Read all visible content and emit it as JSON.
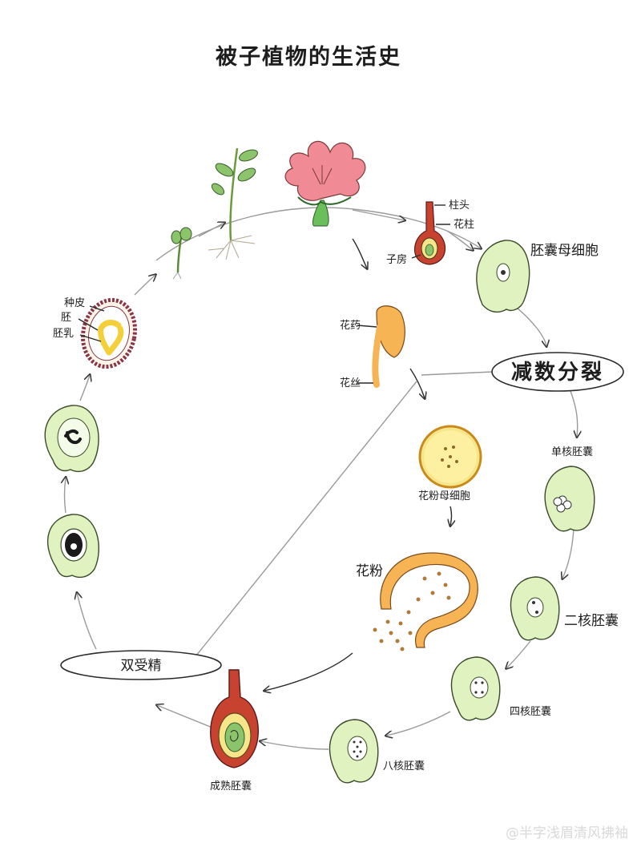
{
  "title": "被子植物的生活史",
  "labels": {
    "stigma": "柱头",
    "style": "花柱",
    "ovary": "子房",
    "megaspore_mother_cell": "胚囊母细胞",
    "anther": "花药",
    "filament": "花丝",
    "meiosis": "减数分裂",
    "uninucleate_sac": "单核胚囊",
    "pollen_mother_cell": "花粉母细胞",
    "binucleate_sac": "二核胚囊",
    "pollen": "花粉",
    "tetranucleate_sac": "四核胚囊",
    "octonucleate_sac": "八核胚囊",
    "mature_sac": "成熟胚囊",
    "double_fertilization": "双受精",
    "seed_coat": "种皮",
    "embryo": "胚",
    "endosperm": "胚乳"
  },
  "watermark": "@半字浅眉清风拂袖",
  "colors": {
    "ovule_green": "#dff2bf",
    "ovule_stroke": "#3a4a2a",
    "anther_orange": "#f6b455",
    "pollen_yellow": "#f7e58a",
    "pistil_red": "#c8432f",
    "petal_pink": "#f08a94",
    "leaf_green": "#8cc46b",
    "seed_ring": "#8a3548",
    "embryo_yellow": "#f3cf3a"
  }
}
